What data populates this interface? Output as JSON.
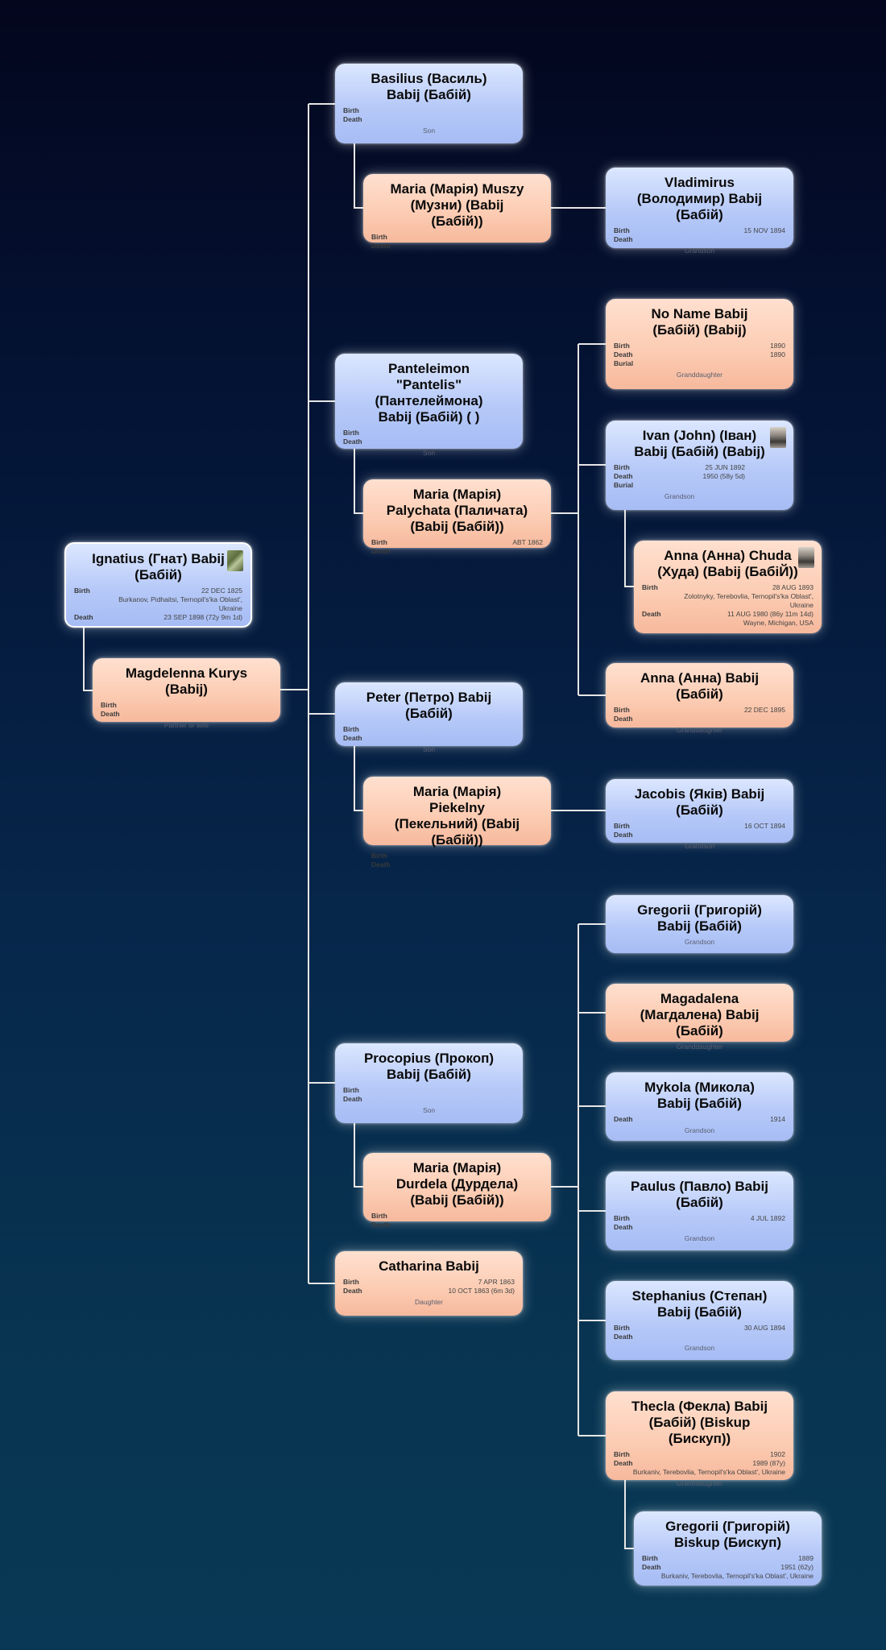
{
  "colors": {
    "male": "#b6c9f8",
    "female": "#fccdb4",
    "line": "#e6e6e6"
  },
  "root": {
    "name": "Ignatius (Гнат) Babij (Бабій)",
    "birth_label": "Birth",
    "birth": "22 DEC 1825",
    "birth_place": "Burkanov, Pidhaitsi, Ternopil's'ka Oblast', Ukraine",
    "death_label": "Death",
    "death": "23 SEP 1898 (72y 9m 1d)",
    "photo_icon": "portrait-photo-icon"
  },
  "partner": {
    "name": "Magdelenna Kurys (Babij)",
    "birth_label": "Birth",
    "death_label": "Death",
    "relation": "Partner or wife"
  },
  "basilius": {
    "name": "Basilius (Василь) Babij (Бабій)",
    "birth_label": "Birth",
    "death_label": "Death",
    "relation": "Son"
  },
  "maria_muszy": {
    "name": "Maria (Марія) Muszy (Музни) (Babij (Бабій))",
    "birth_label": "Birth",
    "death_label": "Death"
  },
  "vladimirus": {
    "name": "Vladimirus (Володимир) Babij (Бабій)",
    "birth_label": "Birth",
    "birth": "15 NOV 1894",
    "death_label": "Death",
    "relation": "Grandson"
  },
  "panteleimon": {
    "name": "Panteleimon \"Pantelis\" (Пантелеймона) Babij (Бабій) ( )",
    "birth_label": "Birth",
    "death_label": "Death",
    "relation": "Son"
  },
  "maria_palychata": {
    "name": "Maria (Марія) Palychata (Паличата) (Babij (Бабій))",
    "birth_label": "Birth",
    "birth": "ABT 1862",
    "death_label": "Death"
  },
  "noname": {
    "name": "No Name Babij (Бабій) (Babij)",
    "birth_label": "Birth",
    "birth": "1890",
    "death_label": "Death",
    "death": "1890",
    "burial_label": "Burial",
    "relation": "Granddaughter"
  },
  "ivan": {
    "name": "Ivan (John) (Іван) Babij (Бабій) (Babij)",
    "birth_label": "Birth",
    "birth": "25 JUN 1892",
    "death_label": "Death",
    "death": "1950 (58y 5d)",
    "burial_label": "Burial",
    "relation": "Grandson",
    "photo_icon": "portrait-photo-icon"
  },
  "anna_chuda": {
    "name": "Anna (Анна) Chuda (Худа) (Babij (БабіЙ))",
    "birth_label": "Birth",
    "birth": "28 AUG 1893",
    "birth_place": "Zolotnyky, Terebovlia, Ternopil's'ka Oblast', Ukraine",
    "death_label": "Death",
    "death": "11 AUG 1980 (86y 11m 14d)",
    "death_place": "Wayne, Michigan, USA",
    "photo_icon": "portrait-photo-icon"
  },
  "anna_babij": {
    "name": "Anna (Анна) Babij (Бабій)",
    "birth_label": "Birth",
    "birth": "22 DEC 1895",
    "death_label": "Death",
    "relation": "Granddaughter"
  },
  "peter": {
    "name": "Peter (Петро) Babij (Бабій)",
    "birth_label": "Birth",
    "death_label": "Death",
    "relation": "Son"
  },
  "maria_piekelny": {
    "name": "Maria (Марія) Piekelny (Пекельний) (Babij (Бабій))",
    "birth_label": "Birth",
    "death_label": "Death"
  },
  "jacobis": {
    "name": "Jacobis (Яків) Babij (Бабій)",
    "birth_label": "Birth",
    "birth": "16 OCT 1894",
    "death_label": "Death",
    "relation": "Grandson"
  },
  "gregorii": {
    "name": "Gregorii (Григорій) Babij (Бабій)",
    "relation": "Grandson"
  },
  "magadalena": {
    "name": "Magadalena (Магдалена) Babij (Бабій)",
    "relation": "Granddaughter"
  },
  "mykola": {
    "name": "Mykola (Микола) Babij (Бабій)",
    "death_label": "Death",
    "death": "1914",
    "relation": "Grandson"
  },
  "procopius": {
    "name": "Procopius (Прокоп) Babij (Бабій)",
    "birth_label": "Birth",
    "death_label": "Death",
    "relation": "Son"
  },
  "maria_durdela": {
    "name": "Maria (Марія) Durdela (Дурдела) (Babij (Бабій))",
    "birth_label": "Birth",
    "death_label": "Death"
  },
  "paulus": {
    "name": "Paulus (Павло) Babij (Бабій)",
    "birth_label": "Birth",
    "birth": "4 JUL 1892",
    "death_label": "Death",
    "relation": "Grandson"
  },
  "catharina": {
    "name": "Catharina Babij",
    "birth_label": "Birth",
    "birth": "7 APR 1863",
    "death_label": "Death",
    "death": "10 OCT 1863 (6m 3d)",
    "relation": "Daughter"
  },
  "stephanius": {
    "name": "Stephanius (Степан) Babij (Бабій)",
    "birth_label": "Birth",
    "birth": "30 AUG 1894",
    "death_label": "Death",
    "relation": "Grandson"
  },
  "thecla": {
    "name": "Thecla (Фекла) Babij (Бабій) (Biskup (Бискуп))",
    "birth_label": "Birth",
    "birth": "1902",
    "death_label": "Death",
    "death": "1989 (87y)",
    "death_place": "Burkaniv, Terebovlia, Ternopil's'ka Oblast', Ukraine",
    "relation": "Granddaughter"
  },
  "gregorii_biskup": {
    "name": "Gregorii (Григорій) Biskup (Бискуп)",
    "birth_label": "Birth",
    "birth": "1889",
    "death_label": "Death",
    "death": "1951 (62y)",
    "death_place": "Burkaniv, Terebovlia, Ternopil's'ka Oblast', Ukraine"
  }
}
